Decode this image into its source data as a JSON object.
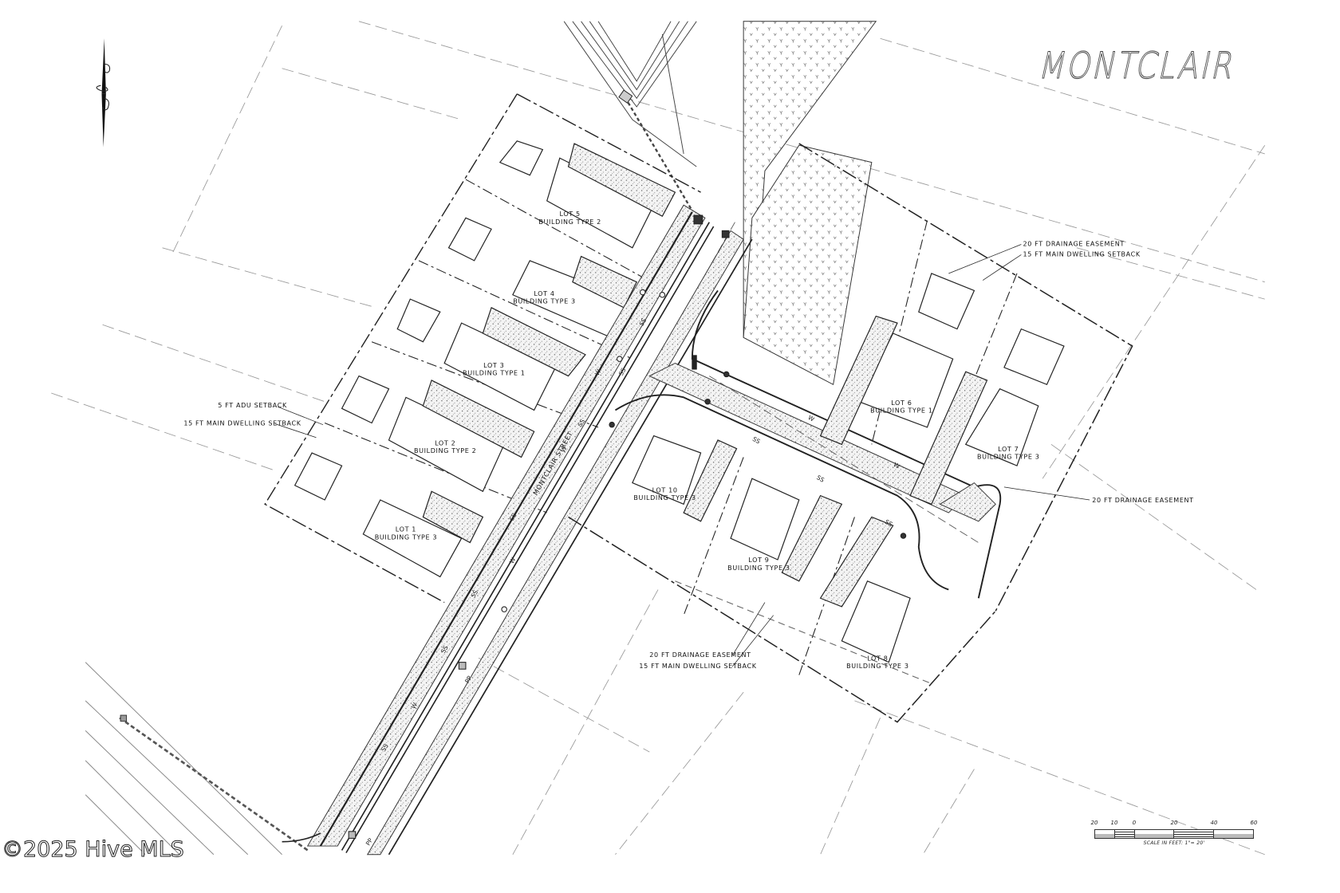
{
  "title": "MONTCLAIR",
  "watermark": "©2025 Hive MLS",
  "street_label": "MONTCLAIR STREET",
  "lots": [
    {
      "name": "LOT 1",
      "type": "BUILDING TYPE 3"
    },
    {
      "name": "LOT 2",
      "type": "BUILDING TYPE 2"
    },
    {
      "name": "LOT 3",
      "type": "BUILDING TYPE 1"
    },
    {
      "name": "LOT 4",
      "type": "BUILDING TYPE 3"
    },
    {
      "name": "LOT 5",
      "type": "BUILDING TYPE 2"
    },
    {
      "name": "LOT 6",
      "type": "BUILDING TYPE 1"
    },
    {
      "name": "LOT 7",
      "type": "BUILDING TYPE 3"
    },
    {
      "name": "LOT 8",
      "type": "BUILDING TYPE 3"
    },
    {
      "name": "LOT 9",
      "type": "BUILDING TYPE 3"
    },
    {
      "name": "LOT 10",
      "type": "BUILDING TYPE 3"
    }
  ],
  "callouts": {
    "left_adu": "5 FT ADU SETBACK",
    "left_main": "15 FT MAIN DWELLING SETBACK",
    "top_right_drainage": "20 FT DRAINAGE EASEMENT",
    "top_right_main": "15 FT MAIN DWELLING SETBACK",
    "right_drainage": "20 FT DRAINAGE EASEMENT",
    "bottom_drainage": "20 FT DRAINAGE EASEMENT",
    "bottom_main": "15 FT MAIN DWELLING SETBACK"
  },
  "utility_labels": {
    "sewer": "SS",
    "water": "W",
    "power_pole": "PP"
  },
  "scale": {
    "ticks": [
      "20",
      "10",
      "0",
      "20",
      "40",
      "60"
    ],
    "caption": "SCALE IN FEET:  1\"= 20'"
  }
}
